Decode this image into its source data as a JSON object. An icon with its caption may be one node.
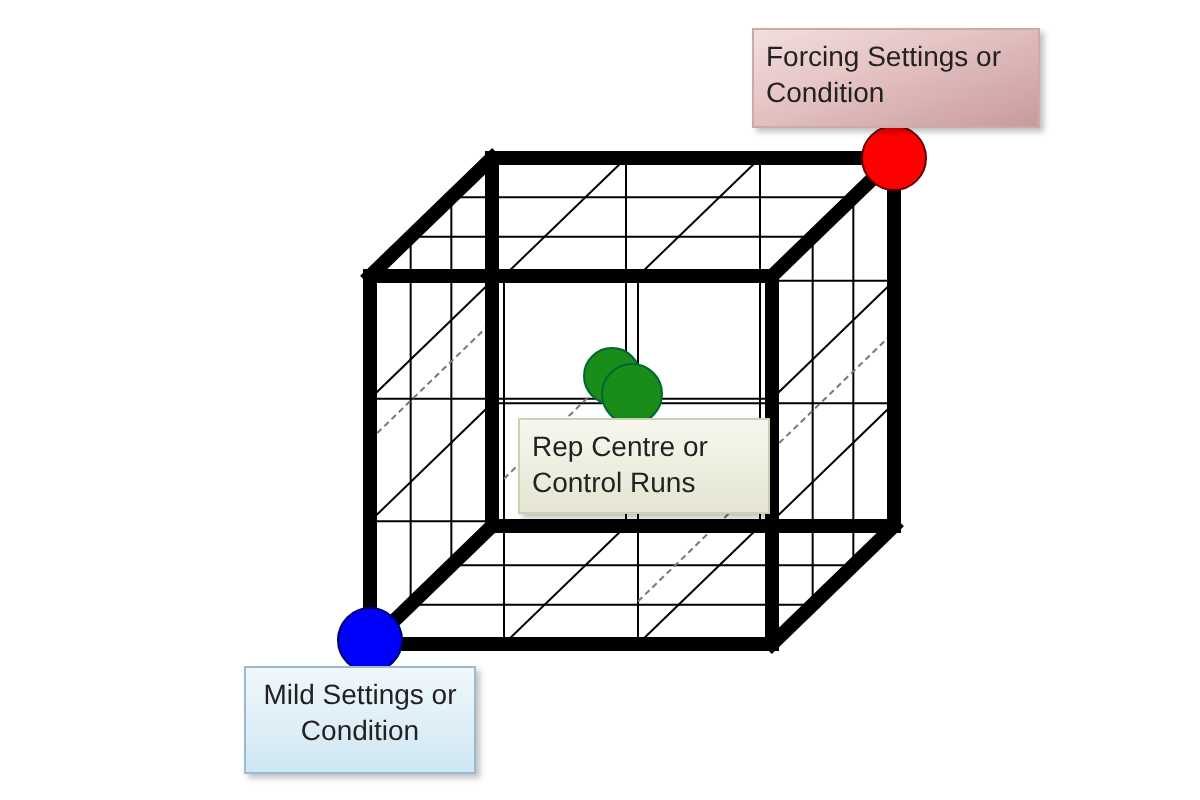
{
  "diagram": {
    "nodes": [
      {
        "text": [
          "Forcing Settings or Condition"
        ]
      },
      {
        "text": [
          "Rep Centre or Control Runs"
        ]
      },
      {
        "text": [
          "Mild Settings or Condition"
        ]
      }
    ]
  }
}
